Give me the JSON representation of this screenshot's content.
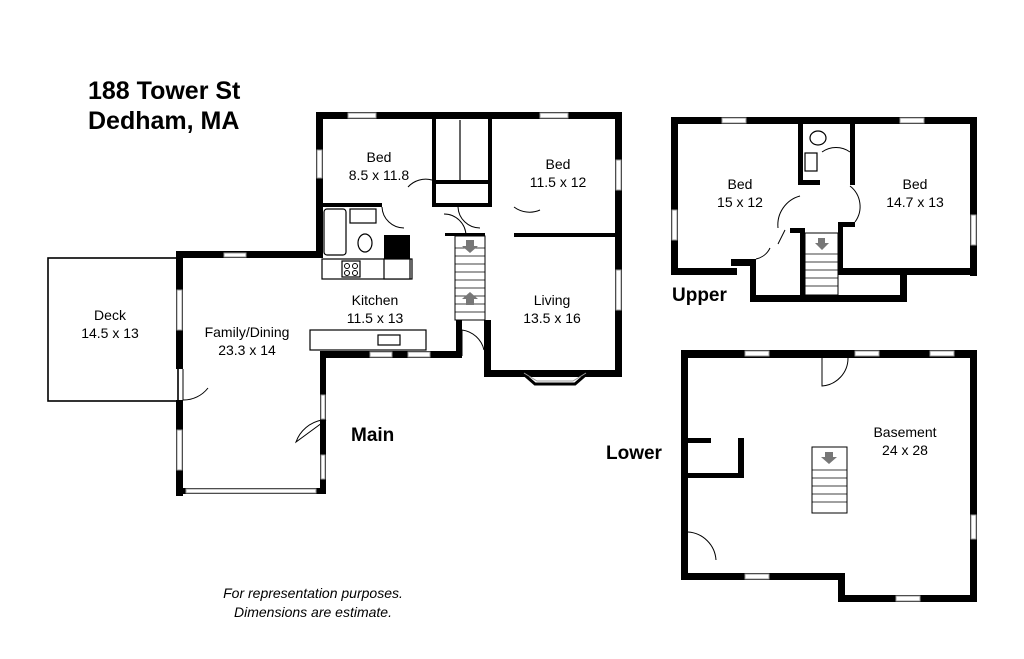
{
  "address": {
    "street": "188 Tower St",
    "city": "Dedham, MA"
  },
  "floors": {
    "main": "Main",
    "upper": "Upper",
    "lower": "Lower"
  },
  "rooms": {
    "main_bed_left": {
      "name": "Bed",
      "size": "8.5 x 11.8"
    },
    "main_bed_right": {
      "name": "Bed",
      "size": "11.5 x 12"
    },
    "kitchen": {
      "name": "Kitchen",
      "size": "11.5 x 13"
    },
    "living": {
      "name": "Living",
      "size": "13.5 x 16"
    },
    "family_dining": {
      "name": "Family/Dining",
      "size": "23.3 x 14"
    },
    "deck": {
      "name": "Deck",
      "size": "14.5 x 13"
    },
    "upper_bed_left": {
      "name": "Bed",
      "size": "15 x 12"
    },
    "upper_bed_right": {
      "name": "Bed",
      "size": "14.7 x 13"
    },
    "basement": {
      "name": "Basement",
      "size": "24 x 28"
    }
  },
  "disclaimer": {
    "line1": "For representation purposes.",
    "line2": "Dimensions are estimate."
  },
  "colors": {
    "wall": "#000000",
    "window": "#9a9a9a",
    "background": "#ffffff",
    "stair_arrow": "#777777"
  }
}
